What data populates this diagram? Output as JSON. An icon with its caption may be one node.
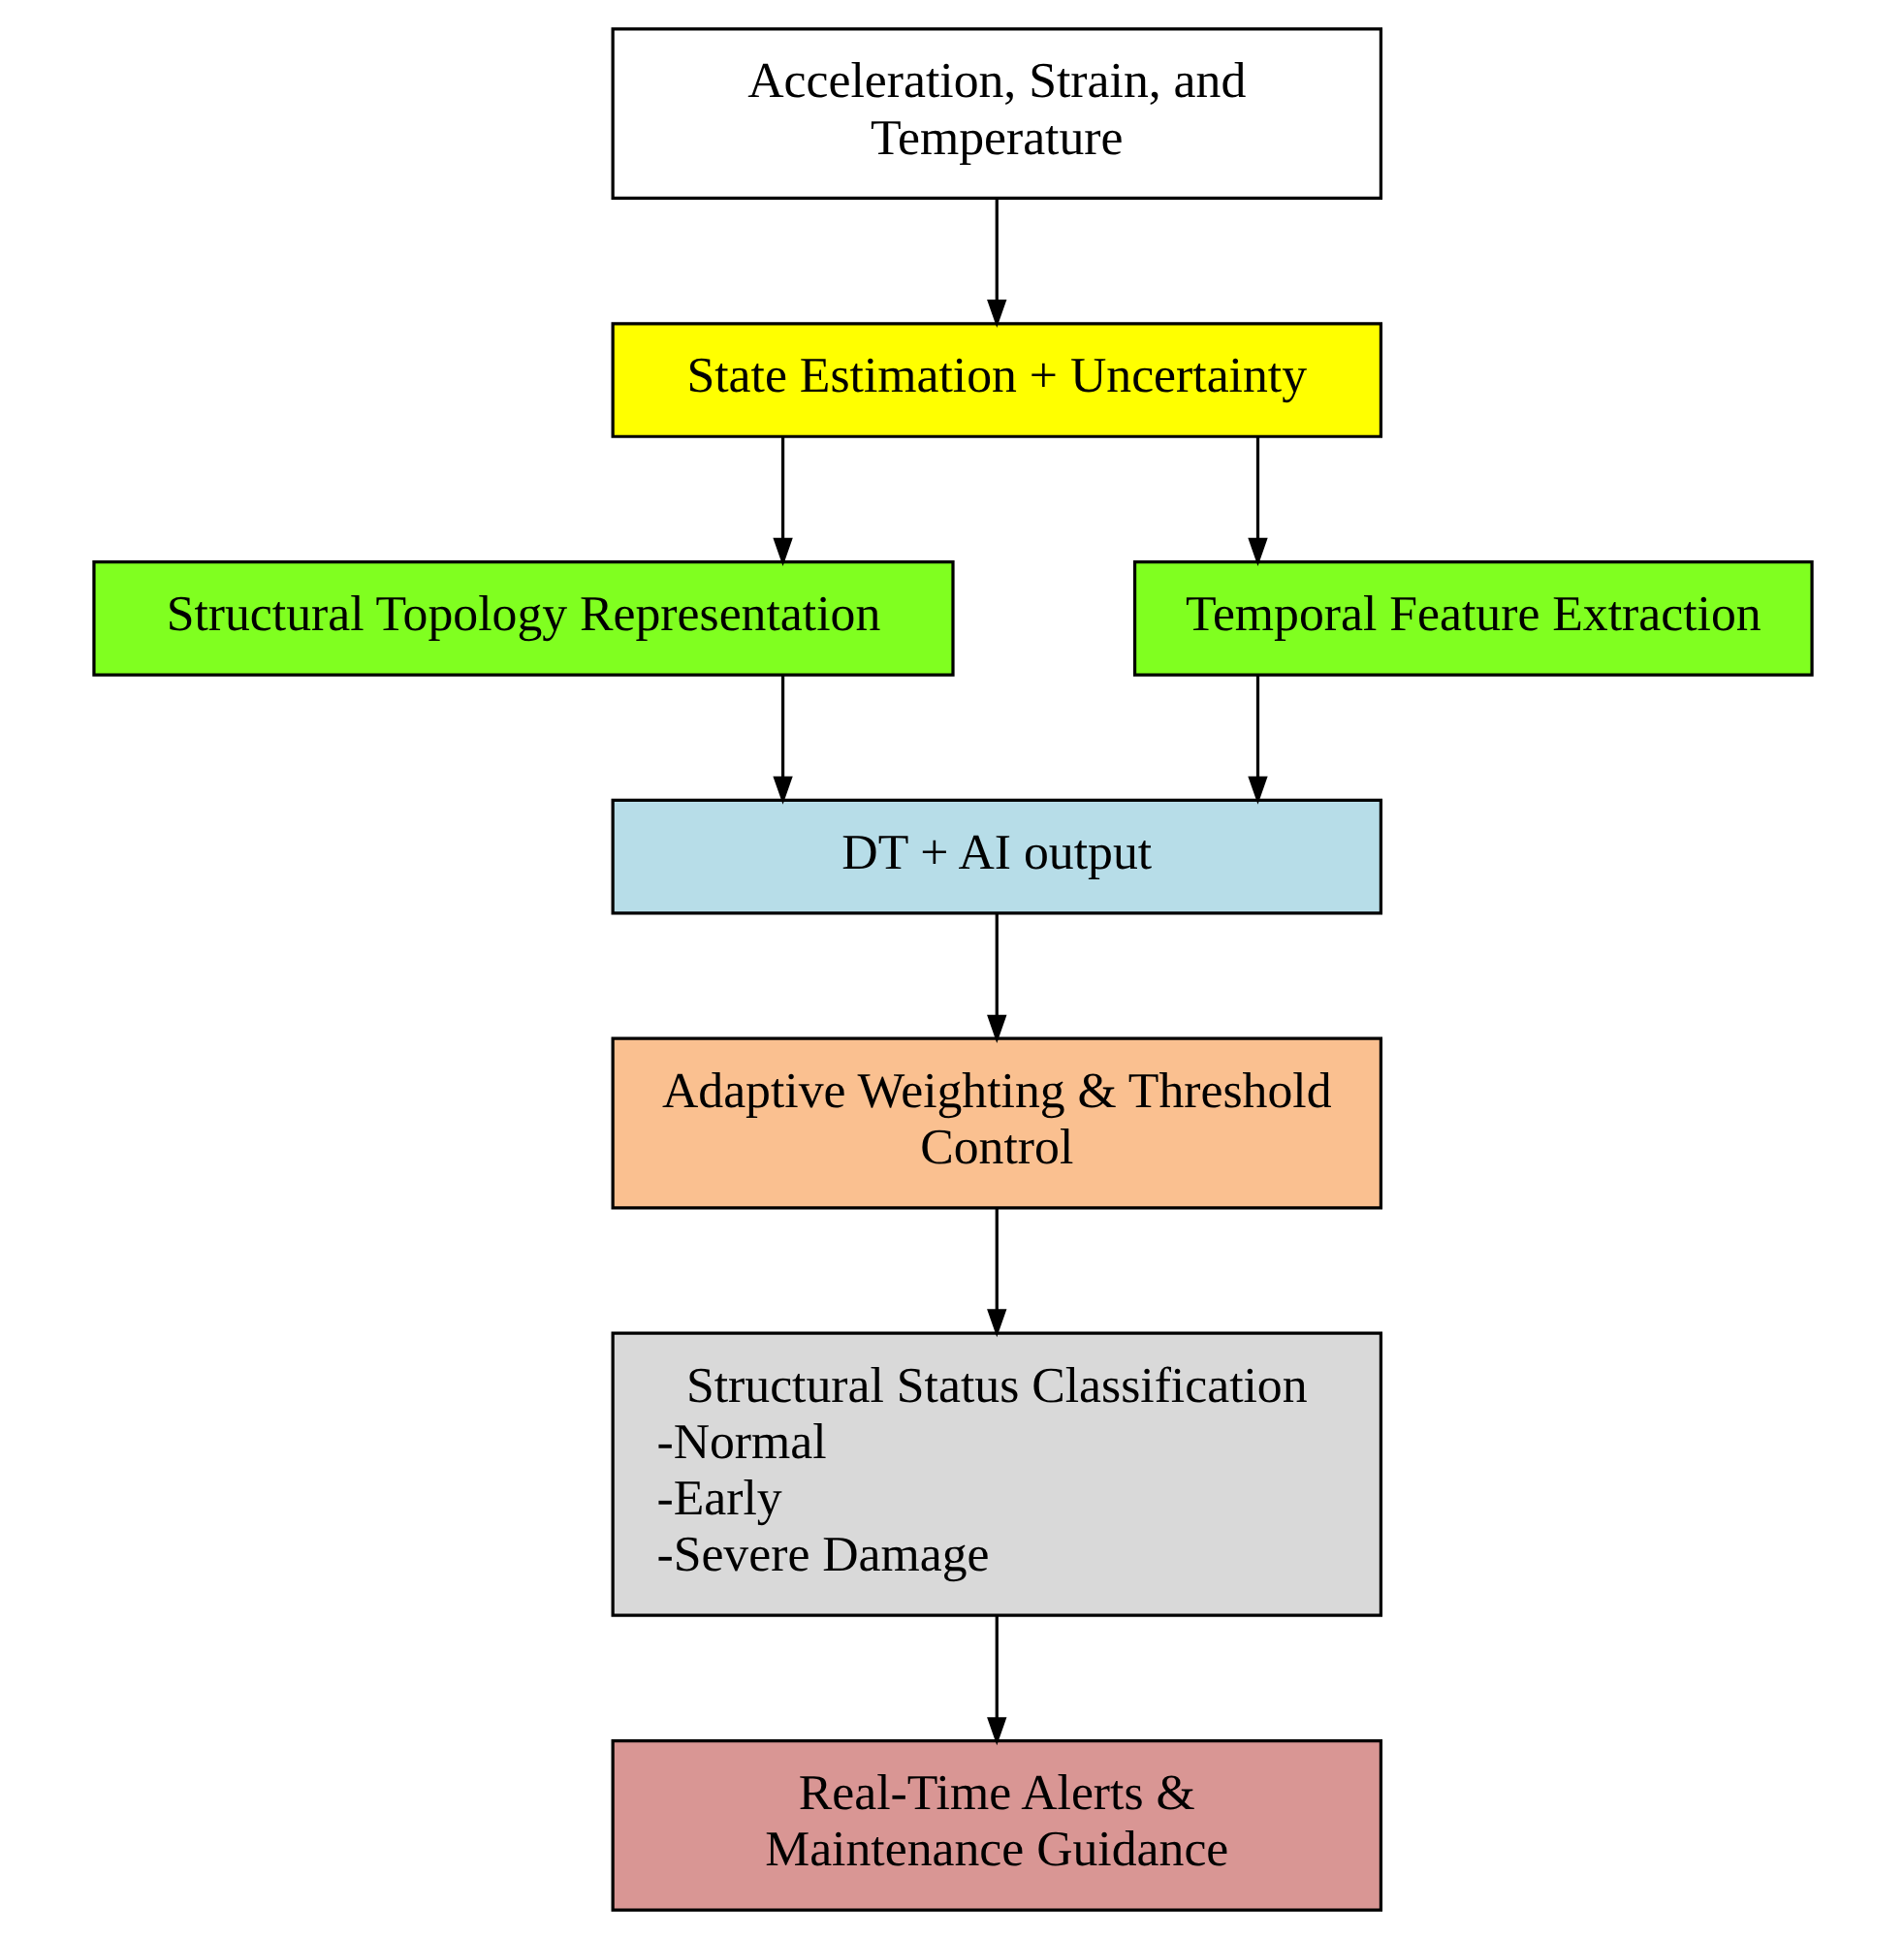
{
  "diagram": {
    "nodes": [
      {
        "text": [
          "Acceleration, Strain, and Temperature"
        ]
      },
      {
        "text": [
          "State Estimation + Uncertainty"
        ]
      },
      {
        "text": [
          "Structural Topology Representation"
        ]
      },
      {
        "text": [
          "Temporal Feature Extraction"
        ]
      },
      {
        "text": [
          "DT + AI output"
        ]
      },
      {
        "text": [
          "Adaptive Weighting & Threshold Control"
        ]
      },
      {
        "text": [
          "Structural Status Classification",
          "-Normal",
          "-Early",
          "-Severe Damage"
        ]
      },
      {
        "text": [
          "Real-Time Alerts & Maintenance Guidance"
        ]
      }
    ],
    "edges": [
      {
        "from": 0,
        "to": 1,
        "arrow": "to"
      },
      {
        "from": 1,
        "to": 2,
        "arrow": "to"
      },
      {
        "from": 1,
        "to": 3,
        "arrow": "to"
      },
      {
        "from": 2,
        "to": 4,
        "arrow": "to"
      },
      {
        "from": 3,
        "to": 4,
        "arrow": "to"
      },
      {
        "from": 4,
        "to": 5,
        "arrow": "to"
      },
      {
        "from": 5,
        "to": 6,
        "arrow": "to"
      },
      {
        "from": 6,
        "to": 7,
        "arrow": "to"
      }
    ]
  }
}
